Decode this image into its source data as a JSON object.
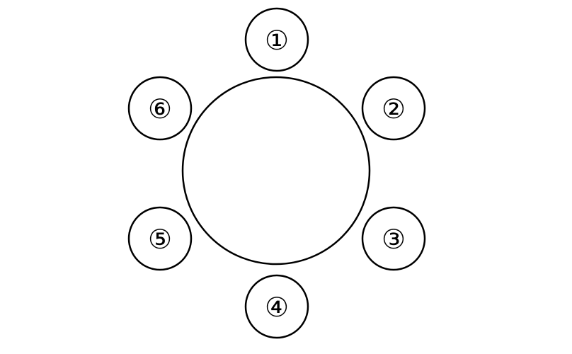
{
  "diagram": {
    "table": {
      "shape": "circle"
    },
    "seats": [
      {
        "label": "①"
      },
      {
        "label": "②"
      },
      {
        "label": "③"
      },
      {
        "label": "④"
      },
      {
        "label": "⑤"
      },
      {
        "label": "⑥"
      }
    ],
    "colors": {
      "stroke": "#000000",
      "fill": "#ffffff"
    }
  }
}
